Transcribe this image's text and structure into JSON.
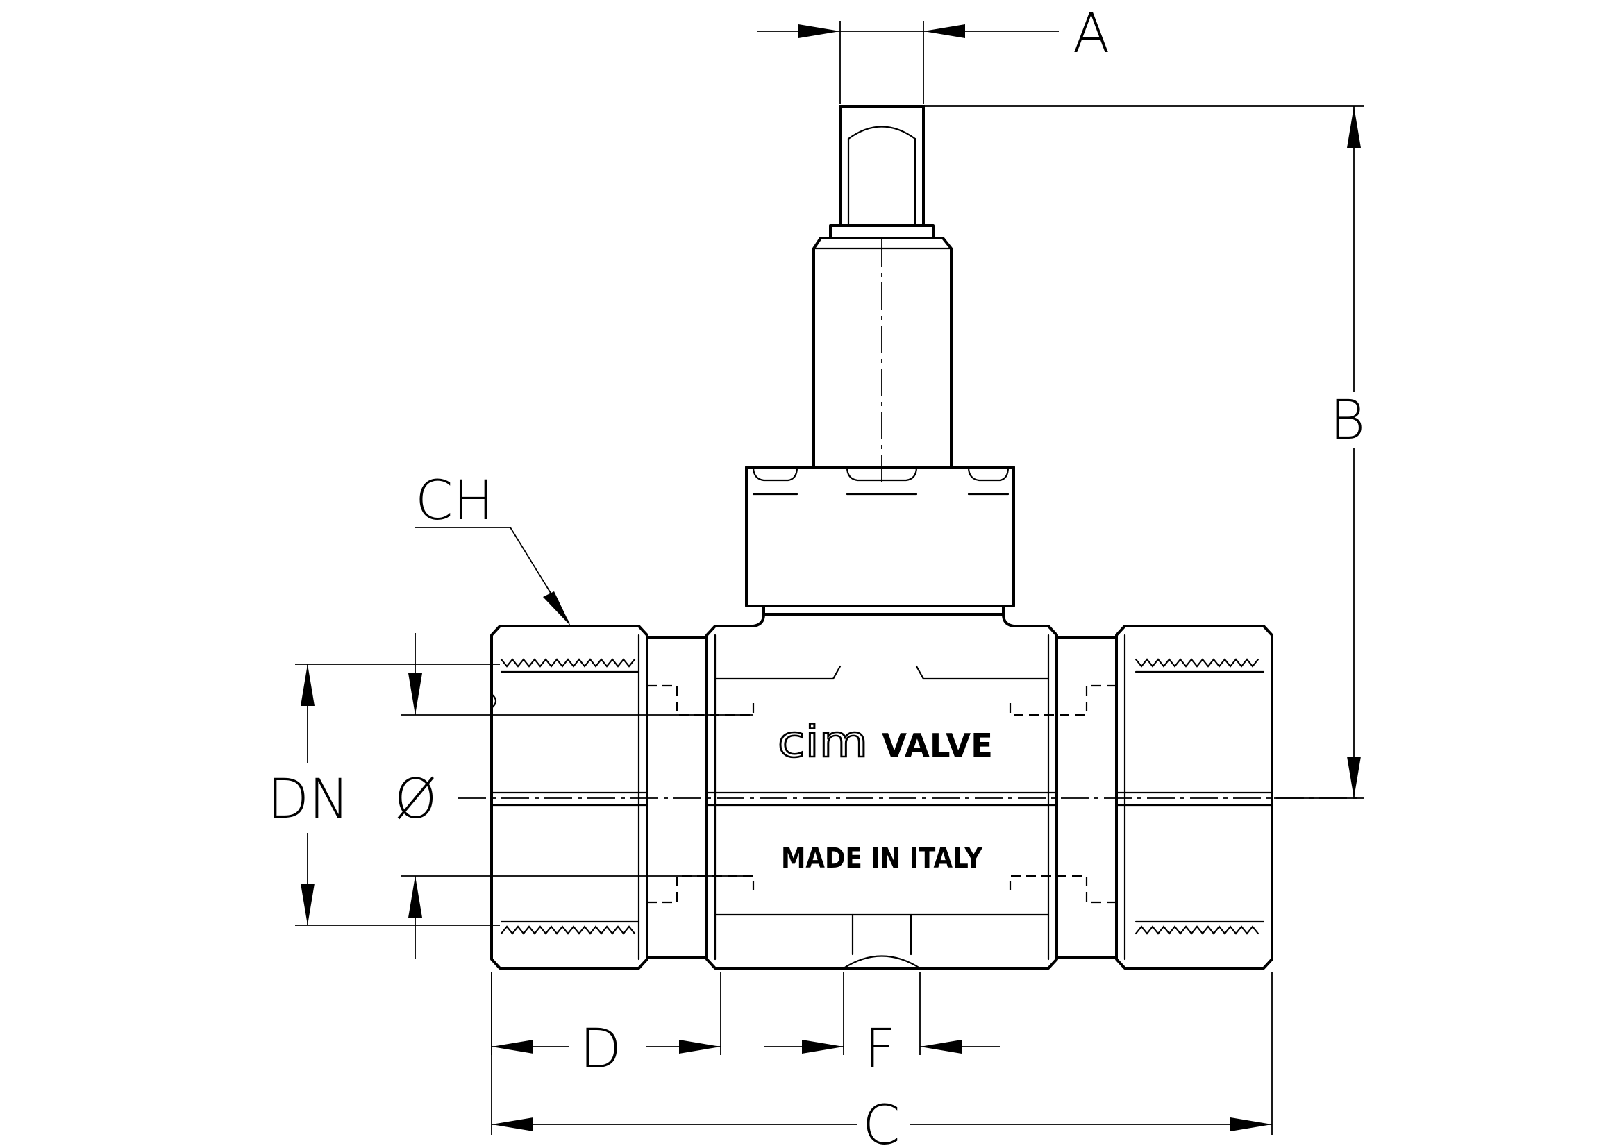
{
  "drawing": {
    "dimensions": {
      "a": "A",
      "b": "B",
      "c": "C",
      "d": "D",
      "f": "F",
      "ch": "CH",
      "dn": "DN",
      "diameter": "Ø"
    },
    "body_markings": {
      "brand_logo": "cim",
      "brand_word": "VALVE",
      "origin": "MADE IN ITALY"
    }
  }
}
